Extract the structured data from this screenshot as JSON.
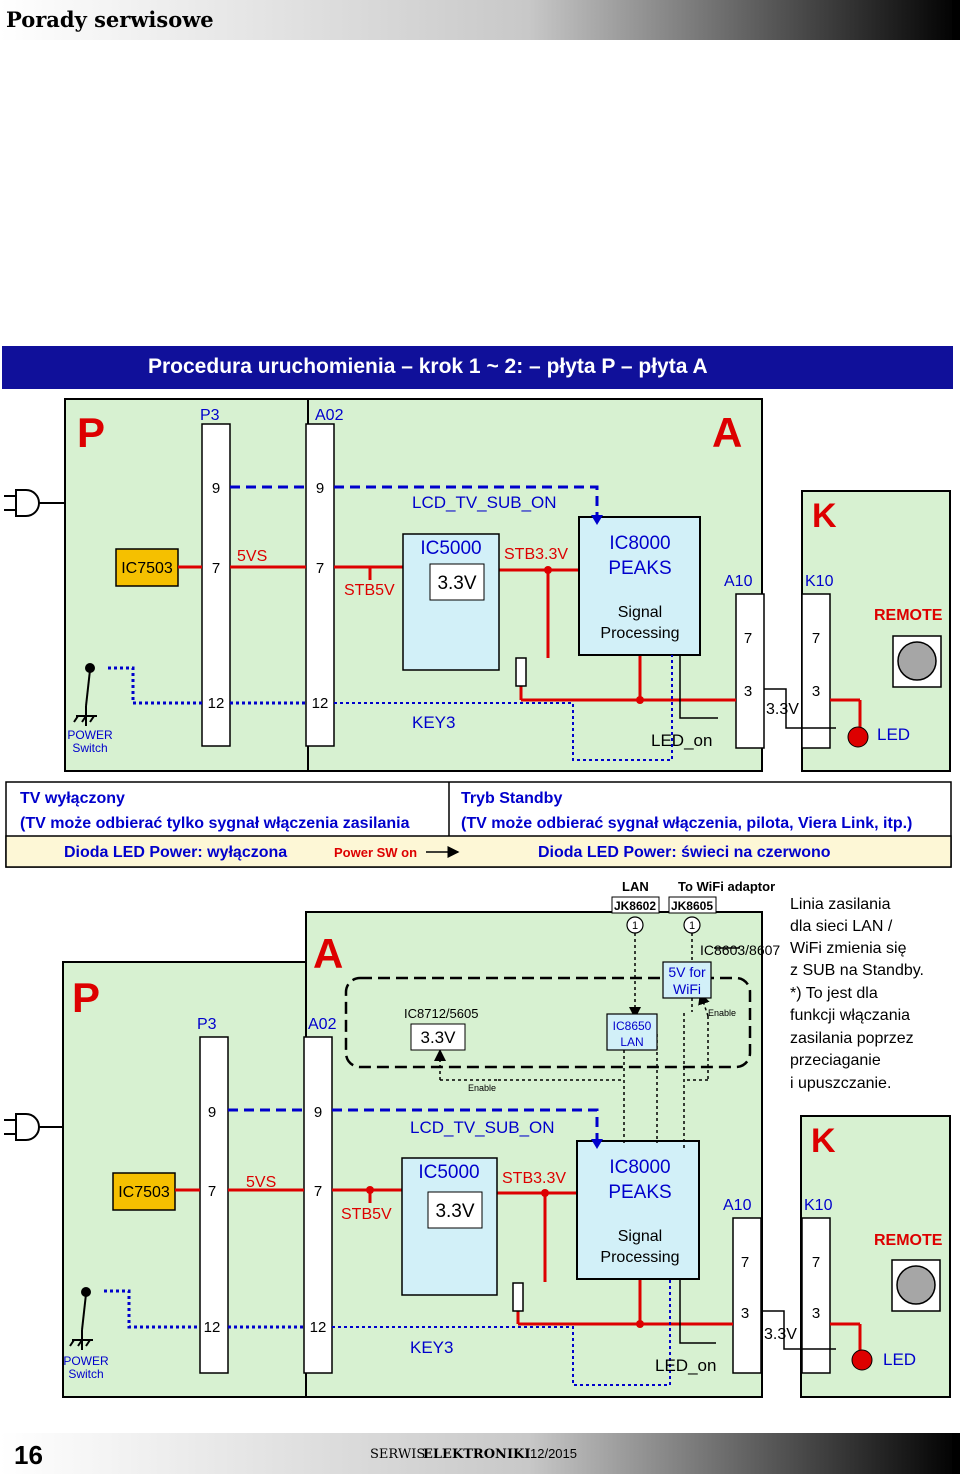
{
  "header": {
    "title": "Porady serwisowe"
  },
  "banner": {
    "title": "Procedura uruchomienia – krok 1 ~ 2:  – płyta P – płyta A"
  },
  "diagram1": {
    "board_p": "P",
    "board_a": "A",
    "board_k": "K",
    "conn_p3": "P3",
    "conn_a02": "A02",
    "conn_a10": "A10",
    "conn_k10": "K10",
    "pin9a": "9",
    "pin9b": "9",
    "pin7a": "7",
    "pin7b": "7",
    "pin12a": "12",
    "pin12b": "12",
    "pin7c": "7",
    "pin7d": "7",
    "pin3a": "3",
    "pin3b": "3",
    "ic7503": "IC7503",
    "sig_5vs": "5VS",
    "sig_stb5v": "STB5V",
    "sig_lcd": "LCD_TV_SUB_ON",
    "ic5000": "IC5000",
    "v33_ic5000": "3.3V",
    "sig_stb33": "STB3.3V",
    "ic8000": "IC8000",
    "ic8000_b": "PEAKS",
    "ic8000_c": "Signal",
    "ic8000_d": "Processing",
    "sig_key3": "KEY3",
    "sig_led_on": "LED_on",
    "v33_k": "3.3V",
    "remote": "REMOTE",
    "led": "LED",
    "power_1": "POWER",
    "power_2": "Switch"
  },
  "status": {
    "left_title": "TV wyłączony",
    "left_desc": "(TV może odbierać tylko sygnał włączenia zasilania",
    "right_title": "Tryb Standby",
    "right_desc": "(TV może odbierać sygnał włączenia, pilota, Viera Link, itp.)",
    "led_off": "Dioda LED Power: wyłączona",
    "arrow_label": "Power SW on",
    "led_on": "Dioda LED Power: świeci na czerwono"
  },
  "diagram2": {
    "board_p": "P",
    "board_a": "A",
    "board_k": "K",
    "conn_p3": "P3",
    "conn_a02": "A02",
    "conn_a10": "A10",
    "conn_k10": "K10",
    "lan": "LAN",
    "wifi_adaptor": "To WiFi adaptor",
    "jk8602": "JK8602",
    "jk8605": "JK8605",
    "pin1a": "1",
    "pin1b": "1",
    "ic8603": "IC8603/8607",
    "v5_wifi_1": "5V for",
    "v5_wifi_2": "WiFi",
    "enable1": "Enable",
    "enable2": "Enable",
    "ic8712": "IC8712/5605",
    "v33_ic8712": "3.3V",
    "ic8650_1": "IC8650",
    "ic8650_2": "LAN",
    "pin9a": "9",
    "pin9b": "9",
    "pin7a": "7",
    "pin7b": "7",
    "pin12a": "12",
    "pin12b": "12",
    "pin7c": "7",
    "pin7d": "7",
    "pin3a": "3",
    "pin3b": "3",
    "ic7503": "IC7503",
    "sig_5vs": "5VS",
    "sig_stb5v": "STB5V",
    "sig_lcd": "LCD_TV_SUB_ON",
    "ic5000": "IC5000",
    "v33_ic5000": "3.3V",
    "sig_stb33": "STB3.3V",
    "ic8000": "IC8000",
    "ic8000_b": "PEAKS",
    "ic8000_c": "Signal",
    "ic8000_d": "Processing",
    "sig_key3": "KEY3",
    "sig_led_on": "LED_on",
    "v33_k": "3.3V",
    "remote": "REMOTE",
    "led": "LED",
    "power_1": "POWER",
    "power_2": "Switch"
  },
  "note": {
    "lines": [
      "Linia zasilania",
      "dla sieci LAN /",
      "WiFi zmienia się",
      "z SUB na Standby.",
      "*) To jest dla",
      "funkcji włączania",
      "zasilania poprzez",
      "przeciaganie",
      "i upuszczanie."
    ]
  },
  "footer": {
    "page": "16",
    "mag_1": "SERWIS",
    "mag_2": "ELEKTRONIKI",
    "issue": "12/2015"
  },
  "colors": {
    "banner": "#10109a",
    "board": "#d7f1d1",
    "ic": "#d2f0f8",
    "ic7503": "#f5c000",
    "red": "#dd0000",
    "blue": "#0000cc"
  }
}
